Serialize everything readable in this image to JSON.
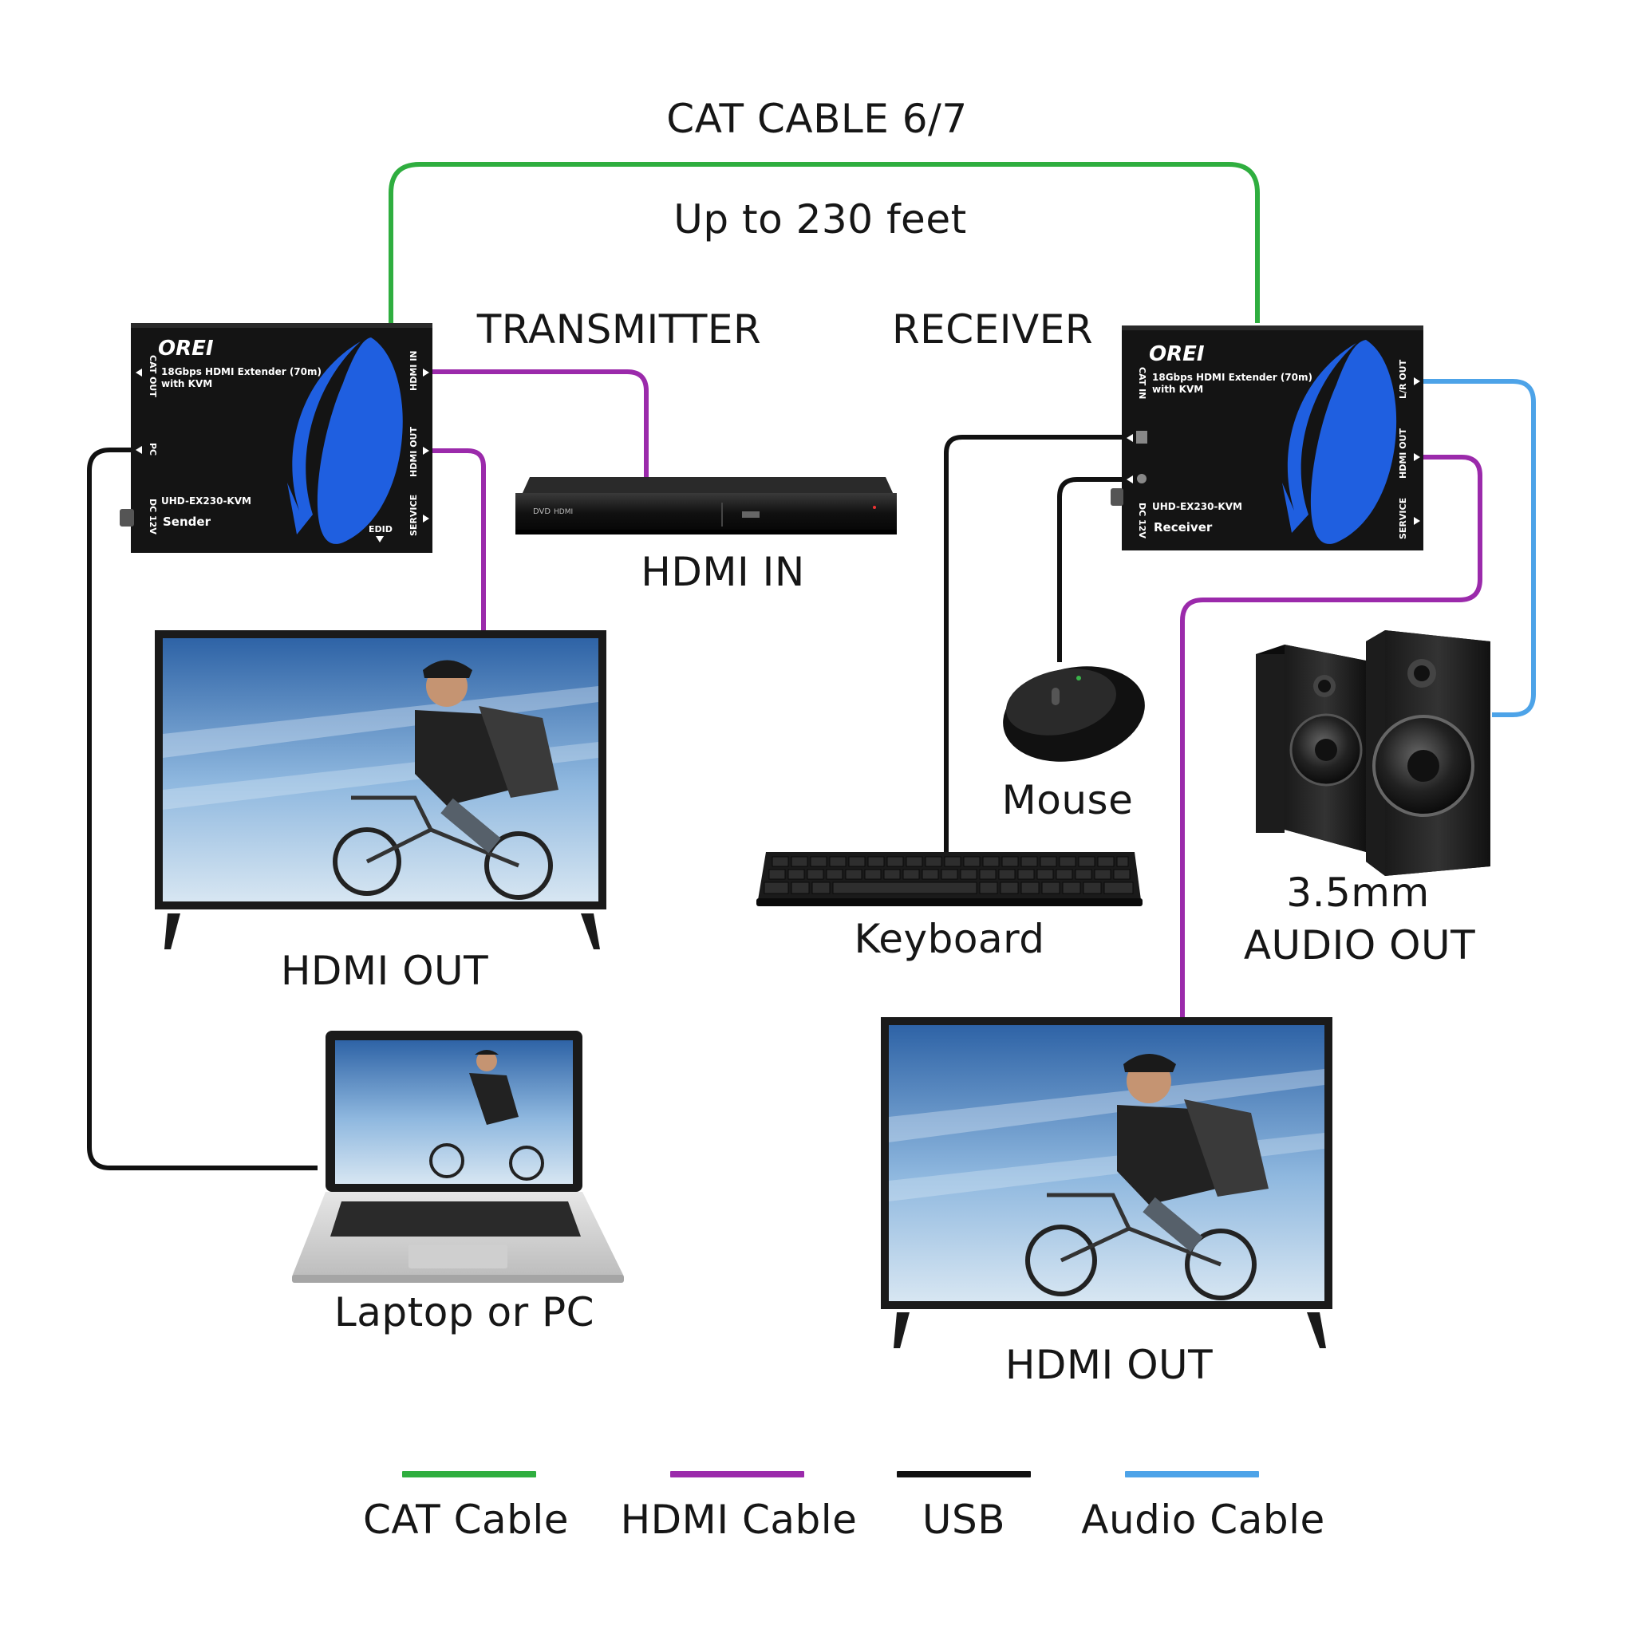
{
  "labels": {
    "cat_cable": "CAT CABLE 6/7",
    "distance": "Up to 230 feet",
    "transmitter": "TRANSMITTER",
    "receiver": "RECEIVER",
    "hdmi_in": "HDMI IN",
    "hdmi_out_left": "HDMI OUT",
    "hdmi_out_right": "HDMI OUT",
    "laptop": "Laptop or PC",
    "mouse": "Mouse",
    "keyboard": "Keyboard",
    "audio_line1": "3.5mm",
    "audio_line2": "AUDIO OUT"
  },
  "sender": {
    "brand": "OREI",
    "title1": "18Gbps HDMI Extender (70m)",
    "title2": "with KVM",
    "model": "UHD-EX230-KVM",
    "role": "Sender",
    "ports": {
      "cat_out": "CAT OUT",
      "pc": "PC",
      "dc": "DC 12V",
      "hdmi_in": "HDMI IN",
      "hdmi_out": "HDMI OUT",
      "service": "SERVICE",
      "edid": "EDID"
    }
  },
  "receiver_device": {
    "brand": "OREI",
    "title1": "18Gbps HDMI Extender (70m)",
    "title2": "with KVM",
    "model": "UHD-EX230-KVM",
    "role": "Receiver",
    "ports": {
      "cat_in": "CAT IN",
      "dc": "DC 12V",
      "lr_out": "L/R OUT",
      "hdmi_out": "HDMI OUT",
      "service": "SERVICE"
    }
  },
  "dvd": {
    "logo": "DVD",
    "hdmi": "HDMI"
  },
  "legend": [
    {
      "label": "CAT Cable",
      "color": "#2fae3f"
    },
    {
      "label": "HDMI Cable",
      "color": "#9b2aab"
    },
    {
      "label": "USB",
      "color": "#111111"
    },
    {
      "label": "Audio Cable",
      "color": "#4da3e8"
    }
  ],
  "colors": {
    "cat": "#2fae3f",
    "hdmi": "#9b2aab",
    "usb": "#111111",
    "audio": "#4da3e8",
    "device_blue": "#1f5fe0"
  }
}
